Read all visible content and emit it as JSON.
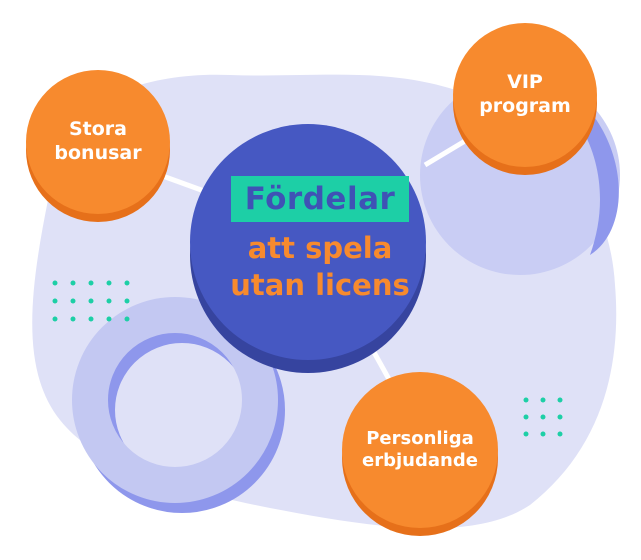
{
  "center": {
    "title": "Fördelar",
    "line1": "att spela",
    "line2": "utan licens"
  },
  "bubbles": {
    "left": {
      "line1": "Stora",
      "line2": "bonusar"
    },
    "top_right": {
      "line1": "VIP",
      "line2": "program"
    },
    "bottom": {
      "line1": "Personliga",
      "line2": "erbjudande"
    }
  },
  "colors": {
    "blob": "#dfe1f7",
    "ring": "#c3c8f2",
    "ring_shadow": "#8e97ec",
    "center_circle": "#4658c2",
    "center_shadow": "#36449f",
    "teal": "#1dcfa6",
    "orange": "#f78a2e",
    "orange_shadow": "#e6701a"
  },
  "icons": [
    "dot-grid-left-icon",
    "dot-grid-right-icon"
  ]
}
